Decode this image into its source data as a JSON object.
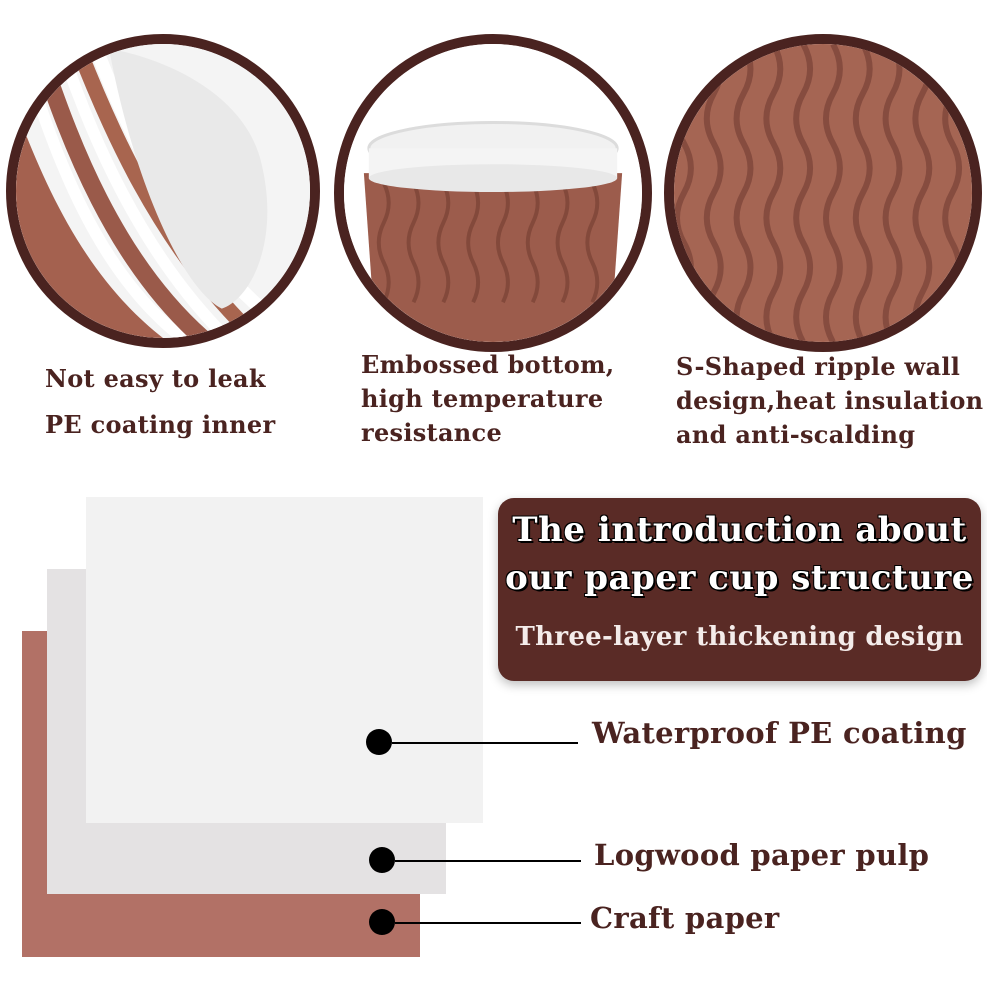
{
  "colors": {
    "brand_brown": "#4a2320",
    "intro_box": "#5a2b26",
    "kraft": "#b27166",
    "pulp": "#e4e2e3",
    "pe": "#f2f2f2"
  },
  "features": [
    {
      "icon": "cup-rim-closeup-image",
      "lines": [
        "Not easy to leak",
        "PE coating inner"
      ]
    },
    {
      "icon": "cup-top-ripple-image",
      "lines": [
        "Embossed bottom,",
        "high temperature",
        "resistance"
      ]
    },
    {
      "icon": "ripple-wall-texture-image",
      "lines": [
        "S-Shaped ripple wall",
        "design,heat insulation",
        "and anti-scalding"
      ]
    }
  ],
  "intro": {
    "title_lines": [
      "The introduction about",
      "our paper cup structure"
    ],
    "subtitle": "Three-layer thickening design"
  },
  "layers": [
    {
      "name": "Waterproof PE coating"
    },
    {
      "name": "Logwood paper pulp"
    },
    {
      "name": "Craft paper"
    }
  ]
}
